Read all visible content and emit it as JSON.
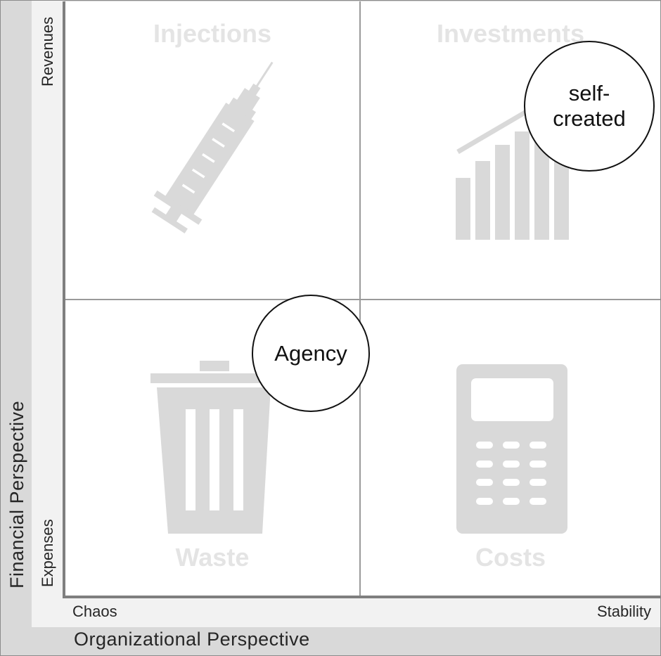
{
  "axes": {
    "y_title": "Financial  Perspective",
    "y_top_label": "Revenues",
    "y_bottom_label": "Expenses",
    "x_title": "Organizational  Perspective",
    "x_left_label": "Chaos",
    "x_right_label": "Stability"
  },
  "quadrants": {
    "top_left": {
      "title": "Injections",
      "icon": "syringe-icon"
    },
    "top_right": {
      "title": "Investments",
      "icon": "rising-bar-chart-icon"
    },
    "bottom_left": {
      "title": "Waste",
      "icon": "trash-can-icon"
    },
    "bottom_right": {
      "title": "Costs",
      "icon": "calculator-icon"
    }
  },
  "bubbles": {
    "self_created_line1": "self-",
    "self_created_line2": "created",
    "agency": "Agency"
  },
  "colors": {
    "icon_gray": "#d9d9d9",
    "title_gray": "#e4e4e4",
    "band_dark": "#d9d9d9",
    "band_light": "#f2f2f2",
    "axis_line": "#7f7f7f"
  }
}
